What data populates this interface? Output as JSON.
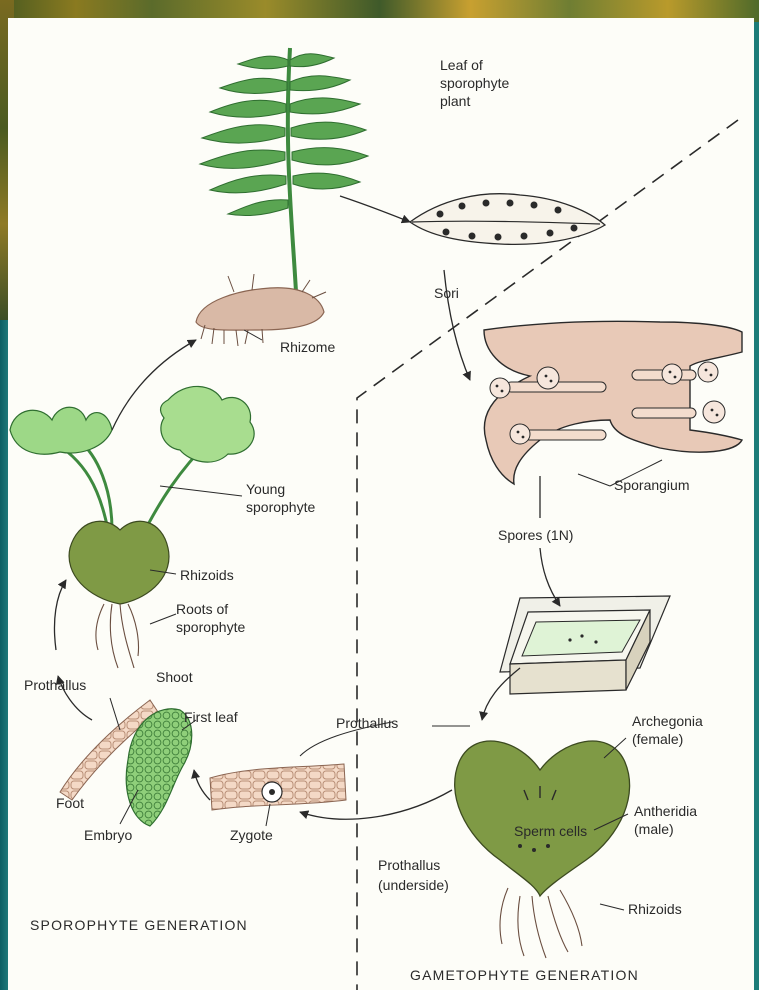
{
  "labels": {
    "leaf_of_sporophyte": [
      "Leaf of",
      "sporophyte",
      "plant"
    ],
    "sori": "Sori",
    "rhizome": "Rhizome",
    "sporangium": "Sporangium",
    "spores": "Spores (1N)",
    "young_sporophyte": [
      "Young",
      "sporophyte"
    ],
    "rhizoids_top": "Rhizoids",
    "roots_of_sporophyte": [
      "Roots of",
      "sporophyte"
    ],
    "prothallus_left": "Prothallus",
    "shoot": "Shoot",
    "first_leaf": "First leaf",
    "foot": "Foot",
    "embryo": "Embryo",
    "zygote": "Zygote",
    "prothallus_mid": "Prothallus",
    "archegonia": [
      "Archegonia",
      "(female)"
    ],
    "antheridia": [
      "Antheridia",
      "(male)"
    ],
    "sperm_cells": "Sperm cells",
    "prothallus_underside": [
      "Prothallus",
      "(underside)"
    ],
    "rhizoids_bottom": "Rhizoids",
    "sporophyte_generation": "SPOROPHYTE  GENERATION",
    "gametophyte_generation": "GAMETOPHYTE  GENERATION"
  },
  "colors": {
    "plant_green": "#4f9a4a",
    "light_green": "#8fcf7a",
    "prothallus": "#7f9a45",
    "rhizome": "#d6b7a6",
    "ink": "#2a2a2a"
  }
}
